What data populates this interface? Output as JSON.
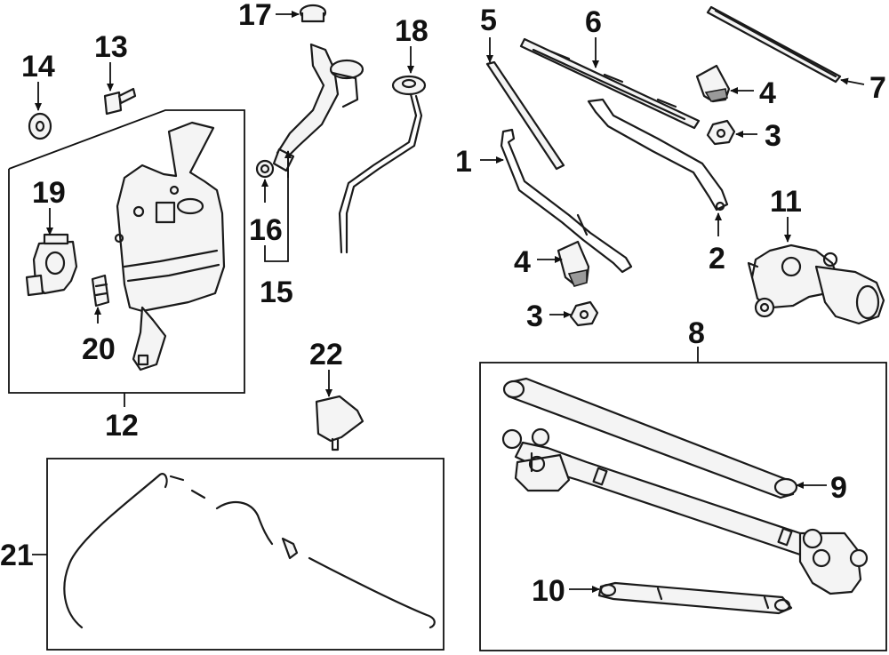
{
  "diagram": {
    "callouts": [
      {
        "id": "c1",
        "text": "1"
      },
      {
        "id": "c2",
        "text": "2"
      },
      {
        "id": "c3a",
        "text": "3"
      },
      {
        "id": "c3b",
        "text": "3"
      },
      {
        "id": "c4a",
        "text": "4"
      },
      {
        "id": "c4b",
        "text": "4"
      },
      {
        "id": "c5",
        "text": "5"
      },
      {
        "id": "c6",
        "text": "6"
      },
      {
        "id": "c7",
        "text": "7"
      },
      {
        "id": "c8",
        "text": "8"
      },
      {
        "id": "c9",
        "text": "9"
      },
      {
        "id": "c10",
        "text": "10"
      },
      {
        "id": "c11",
        "text": "11"
      },
      {
        "id": "c12",
        "text": "12"
      },
      {
        "id": "c13",
        "text": "13"
      },
      {
        "id": "c14",
        "text": "14"
      },
      {
        "id": "c15",
        "text": "15"
      },
      {
        "id": "c16",
        "text": "16"
      },
      {
        "id": "c17",
        "text": "17"
      },
      {
        "id": "c18",
        "text": "18"
      },
      {
        "id": "c19",
        "text": "19"
      },
      {
        "id": "c20",
        "text": "20"
      },
      {
        "id": "c21",
        "text": "21"
      },
      {
        "id": "c22",
        "text": "22"
      }
    ]
  }
}
